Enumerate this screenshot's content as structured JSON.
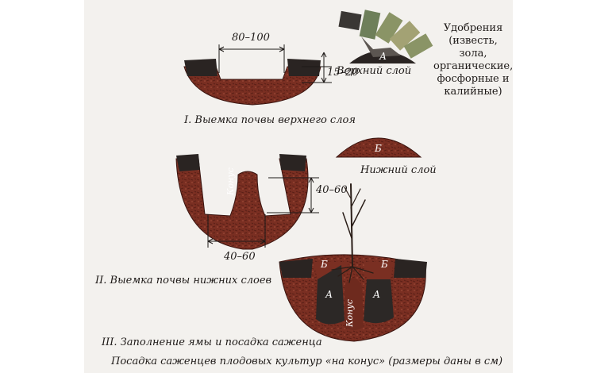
{
  "colors": {
    "soil": "#7a2f22",
    "soil_dark": "#5e2218",
    "topsoil": "#2a2422",
    "fertilizer_bag": "#6e7f5a",
    "text": "#1e1a18"
  },
  "labels": {
    "step1": "I. Выемка почвы верхнего слоя",
    "step2": "II. Выемка почвы нижних слоев",
    "step3": "III. Заполнение ямы и посадка саженца",
    "caption": "Посадка саженцев плодовых культур «на конус» (размеры даны в см)",
    "top_layer": "Верхний слой",
    "bottom_layer": "Нижний слой",
    "cone": "Конус"
  },
  "fertilizers": {
    "lines": [
      "Удобрения",
      "(известь, зола,",
      "органические,",
      "фосфорные и",
      "калийные)"
    ]
  },
  "dimensions": {
    "width1": "80–100",
    "depth1": "15–20",
    "depth2": "40–60",
    "width2": "40–60"
  },
  "letters": {
    "a": "А",
    "b": "Б"
  }
}
